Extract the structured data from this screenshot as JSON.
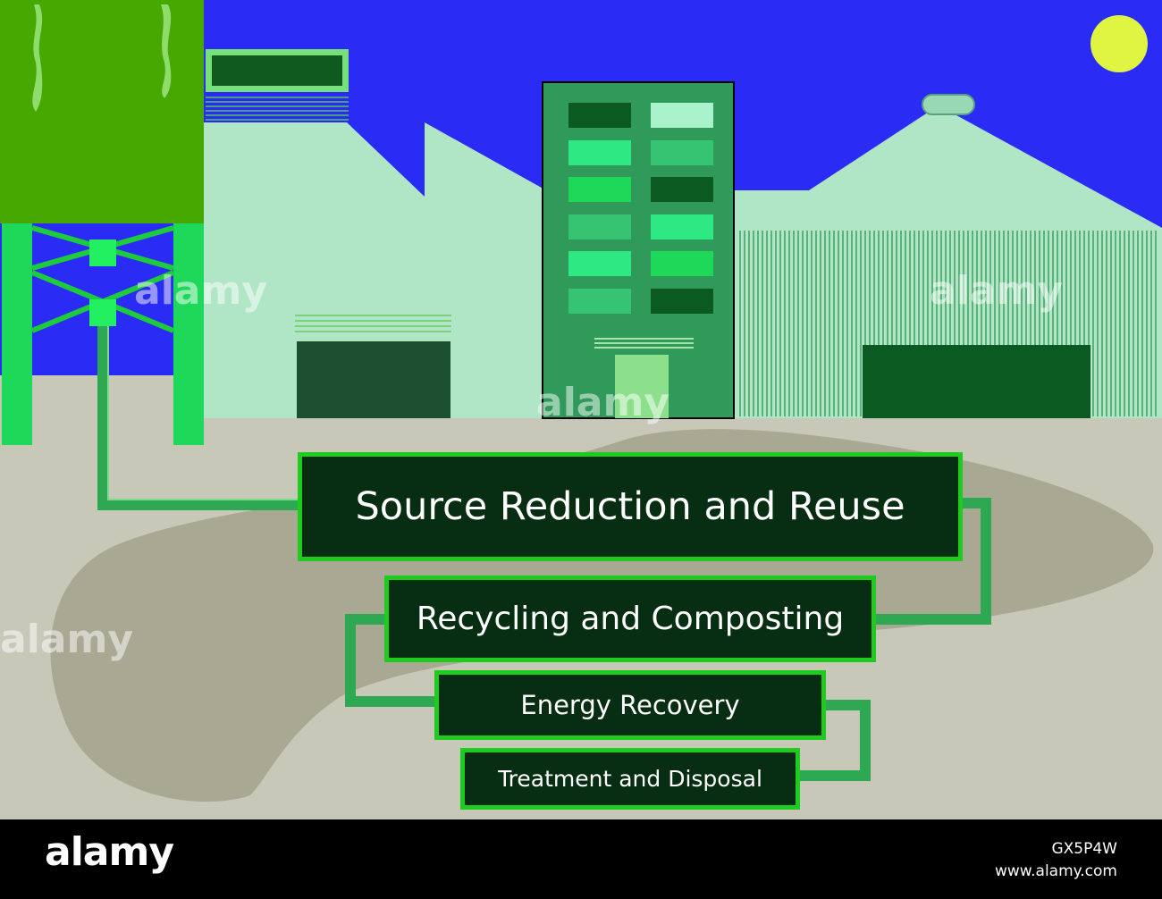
{
  "diagram": {
    "steps": [
      {
        "label": "Source Reduction and Reuse"
      },
      {
        "label": "Recycling and Composting"
      },
      {
        "label": "Energy Recovery"
      },
      {
        "label": "Treatment and Disposal"
      }
    ]
  },
  "watermark": {
    "text": "alamy",
    "image_id": "GX5P4W",
    "url": "www.alamy.com"
  },
  "colors": {
    "sky": "#2a2cf5",
    "ground": "#c8c8b8",
    "sun": "#dff542",
    "factory": "#b0e6c6",
    "tower": "#2f9a5a",
    "box_fill": "#072e12",
    "box_border": "#1ecb1e",
    "connector": "#2ea852"
  }
}
